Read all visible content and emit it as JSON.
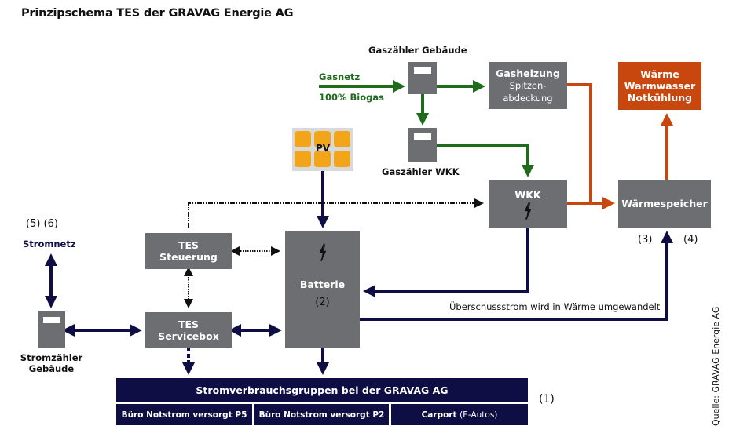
{
  "title": "Prinzipschema TES der GRAVAG Energie AG",
  "colors": {
    "box_gray": "#6d6e71",
    "heat_orange": "#c8470e",
    "gas_green": "#1f6b1c",
    "power_navy": "#0e0e45",
    "pv_orange": "#f3a51a"
  },
  "gas": {
    "source_label": "Gasnetz",
    "source_sublabel": "100% Biogas",
    "meter_building_label": "Gaszähler Gebäude",
    "meter_wkk_label": "Gaszähler WKK"
  },
  "boxes": {
    "gasheizung": {
      "title": "Gasheizung",
      "subtitle_line1": "Spitzen-",
      "subtitle_line2": "abdeckung"
    },
    "waerme": {
      "line1": "Wärme",
      "line2": "Warmwasser",
      "line3": "Notkühlung"
    },
    "wkk": {
      "title": "WKK"
    },
    "waermespeicher": {
      "title": "Wärmespeicher"
    },
    "tes_steuerung": {
      "line1": "TES",
      "line2": "Steuerung"
    },
    "tes_servicebox": {
      "line1": "TES",
      "line2": "Servicebox"
    },
    "batterie": {
      "title": "Batterie",
      "ref": "(2)"
    },
    "pv": {
      "label": "PV"
    }
  },
  "grid": {
    "refs": "(5) (6)",
    "label": "Stromnetz",
    "meter_label_line1": "Stromzähler",
    "meter_label_line2": "Gebäude"
  },
  "refs": {
    "ref3": "(3)",
    "ref4": "(4)",
    "ref1": "(1)"
  },
  "surplus_label": "Überschussstrom wird in Wärme umgewandelt",
  "consumers": {
    "header": "Stromverbrauchsgruppen bei der GRAVAG AG",
    "groups": [
      {
        "label": "Büro Notstrom versorgt P5",
        "note": ""
      },
      {
        "label": "Büro Notstrom versorgt P2",
        "note": ""
      },
      {
        "label": "Carport",
        "note": "(E-Autos)"
      }
    ]
  },
  "source": "Quelle: GRAVAG Energie AG"
}
